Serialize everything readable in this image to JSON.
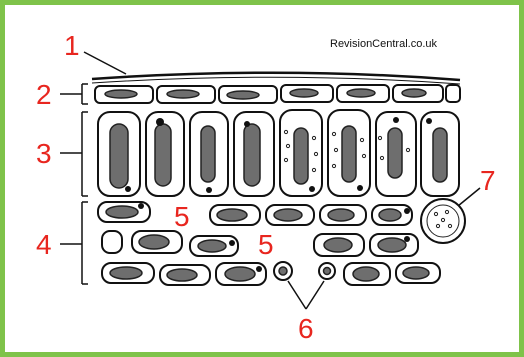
{
  "credit": "RevisionCentral.co.uk",
  "labels": {
    "l1": "1",
    "l2": "2",
    "l3": "3",
    "l4": "4",
    "l5a": "5",
    "l5b": "5",
    "l6": "6",
    "l7": "7"
  },
  "colors": {
    "frame": "#7fc34a",
    "label": "#e8261f",
    "ink": "#111111"
  }
}
